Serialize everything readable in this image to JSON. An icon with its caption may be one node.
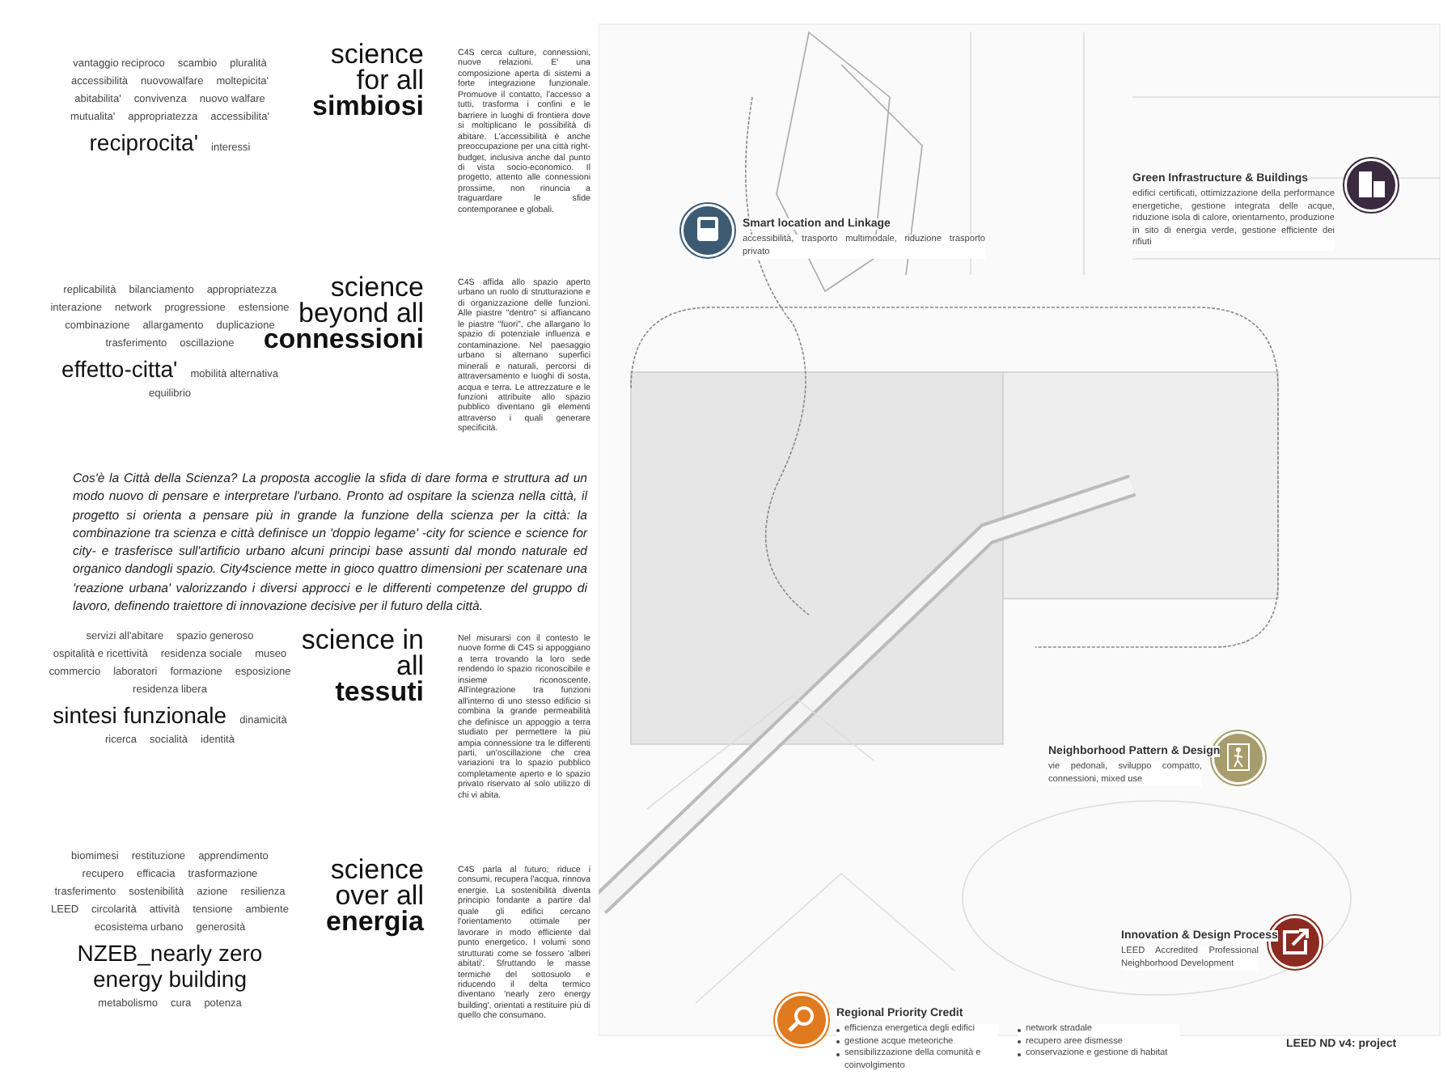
{
  "diagram": {
    "nodes": [
      {
        "text": [
          "science for all",
          "simbiosi",
          "C4S cerca culture, connessioni, nuove relazioni. E' una composizione aperta di sistemi a forte integrazione funzionale. Promuove il contatto, l'accesso a tutti, trasforma i confini e le barriere in luoghi di frontiera dove si moltiplicano le possibilità di abitare. L'accessibilità è anche preoccupazione per una città right-budget, inclusiva anche dal punto di vista socio-economico. Il progetto, attento alle connessioni prossime, non rinuncia a traguardare le sfide contemporanee e globali."
        ],
        "beside": [
          "vantaggio reciproco",
          "scambio",
          "pluralità",
          "accessibilità",
          "nuovowalfare",
          "moltepicita'",
          "abitabilita'",
          "convivenza",
          "nuovo walfare",
          "mutualita'",
          "appropriatezza",
          "accessibilita'",
          "reciprocita'",
          "interessi"
        ]
      },
      {
        "text": [
          "science beyond all",
          "connessioni",
          "C4S affida allo spazio aperto urbano un ruolo di strutturazione e di organizzazione delle funzioni. Alle piastre \"dentro\" si affiancano le piastre \"fuori\", che allargano lo spazio di potenziale influenza e contaminazione. Nel paesaggio urbano si alternano superfici minerali e naturali, percorsi di attraversamento e luoghi di sosta, acqua e terra. Le attrezzature e le funzioni attribuite allo spazio pubblico diventano gli elementi attraverso i quali generare specificità."
        ],
        "beside": [
          "replicabilità",
          "bilanciamento",
          "appropriatezza",
          "interazione",
          "network",
          "progressione",
          "estensione",
          "combinazione",
          "allargamento",
          "duplicazione",
          "trasferimento",
          "oscillazione",
          "effetto-citta'",
          "mobilità alternativa",
          "equilibrio"
        ]
      },
      {
        "text": [
          "science in all",
          "tessuti",
          "Nel misurarsi con il contesto le nuove forme di C4S si appoggiano a terra trovando la loro sede rendendo lo spazio riconoscibile e insieme riconoscente. All'integrazione tra funzioni all'interno di uno stesso edificio si combina la grande permeabilità che definisce un appoggio a terra studiato per permettere la più ampia connessione tra le differenti parti, un'oscillazione che crea variazioni tra lo spazio pubblico completamente aperto e lo spazio privato riservato al solo utilizzo di chi vi abita."
        ],
        "beside": [
          "servizi all'abitare",
          "spazio generoso",
          "ospitalità e ricettività",
          "residenza sociale",
          "museo",
          "commercio",
          "laboratori",
          "formazione",
          "esposizione",
          "residenza libera",
          "sintesi funzionale",
          "dinamicità",
          "ricerca",
          "socialità",
          "identità"
        ]
      },
      {
        "text": [
          "science over all",
          "energia",
          "C4S parla al futuro; riduce i consumi, recupera l'acqua, rinnova energie. La sostenibilità diventa principio fondante a partire dal quale gli edifici cercano l'orientamento ottimale per lavorare in modo efficiente dal punto energetico. I volumi sono strutturati come se fossero 'alberi abitati'. Sfruttando le masse termiche del sottosuolo e riducendo il delta termico diventano 'nearly zero energy building', orientati a restituire più di quello che consumano."
        ],
        "beside": [
          "biomimesi",
          "restituzione",
          "apprendimento",
          "recupero",
          "efficacia",
          "trasformazione",
          "trasferimento",
          "sostenibilità",
          "azione",
          "resilienza",
          "LEED",
          "circolarità",
          "attività",
          "tensione",
          "ambiente",
          "ecosistema urbano",
          "generosità",
          "NZEB_nearly zero energy building",
          "metabolismo",
          "cura",
          "potenza"
        ]
      },
      {
        "text": [
          "Smart location and Linkage",
          "accessibilità, trasporto multimodale, riduzione trasporto privato"
        ]
      },
      {
        "text": [
          "Green Infrastructure & Buildings",
          "edifici certificati, ottimizzazione della performance energetiche, gestione integrata delle acque, riduzione isola di calore, orientamento, produzione in sito di energia verde, gestione efficiente dei rifiuti"
        ]
      },
      {
        "text": [
          "Neighborhood Pattern & Design",
          "vie pedonali, sviluppo compatto, connessioni, mixed use"
        ]
      },
      {
        "text": [
          "Innovation & Design Process",
          "LEED Accredited Professional Neighborhood Development"
        ]
      },
      {
        "text": [
          "Regional Priority Credit",
          "efficienza energetica degli edifici",
          "gestione acque meteoriche",
          "sensibilizzazione della comunità e coinvolgimento",
          "network stradale",
          "recupero aree dismesse",
          "conservazione e gestione di habitat"
        ]
      }
    ],
    "labels": [
      "Cos'è la Città della Scienza? La proposta accoglie la sfida di dare forma e struttura ad un modo nuovo di pensare e interpretare l'urbano. Pronto ad ospitare la scienza nella città, il progetto si orienta a pensare più in grande la funzione della scienza per la città: la combinazione tra scienza e città definisce un 'doppio legame' -city for science e science for city- e trasferisce sull'artificio urbano alcuni principi base assunti dal mondo naturale ed organico dandogli spazio. City4science mette in gioco quattro dimensioni per scatenare una 'reazione urbana' valorizzando i diversi approcci e le differenti competenze del gruppo di lavoro, definendo traiettore di innovazione decisive per il futuro della città.",
      "LEED ND v4: project"
    ]
  }
}
